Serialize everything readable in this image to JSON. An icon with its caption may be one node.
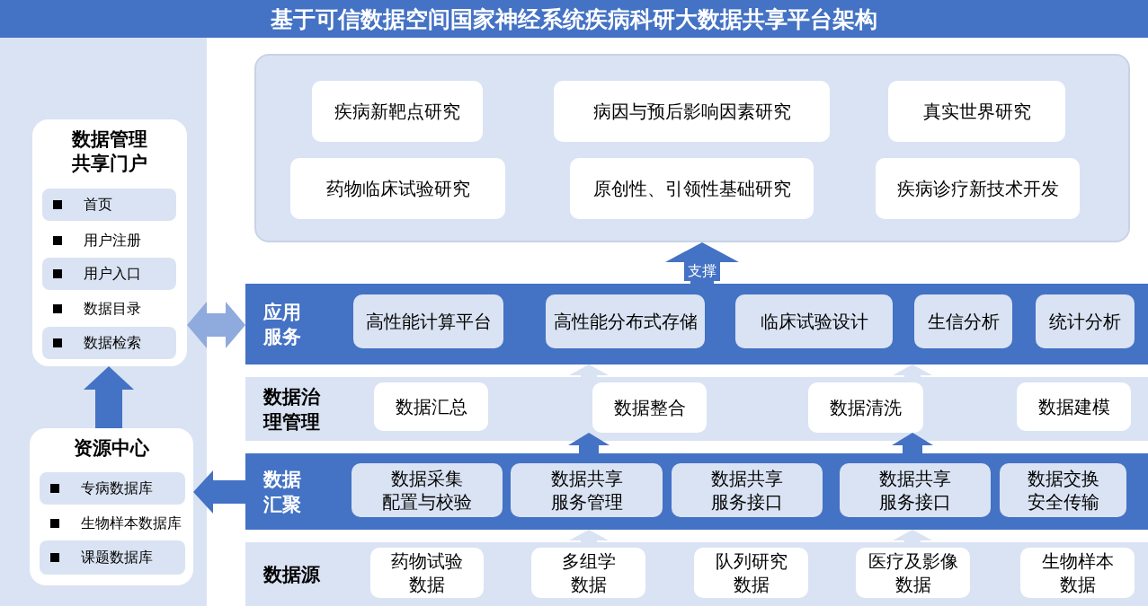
{
  "diagram": {
    "title": "基于可信数据空间国家神经系统疾病科研大数据共享平台架构",
    "nodes": [
      {
        "text": [
          "数据管理共享门户"
        ]
      },
      {
        "text": [
          "首页"
        ],
        "in": 0
      },
      {
        "text": [
          "用户注册"
        ],
        "in": 0
      },
      {
        "text": [
          "用户入口"
        ],
        "in": 0
      },
      {
        "text": [
          "数据目录"
        ],
        "in": 0
      },
      {
        "text": [
          "数据检索"
        ],
        "in": 0
      },
      {
        "text": [
          "资源中心"
        ]
      },
      {
        "text": [
          "专病数据库"
        ],
        "in": 6
      },
      {
        "text": [
          "生物样本数据库"
        ],
        "in": 6
      },
      {
        "text": [
          "课题数据库"
        ],
        "in": 6
      },
      {
        "text": [],
        "shape": "box"
      },
      {
        "text": [
          "疾病新靶点研究"
        ],
        "in": 10
      },
      {
        "text": [
          "病因与预后影响因素研究"
        ],
        "in": 10
      },
      {
        "text": [
          "真实世界研究"
        ],
        "in": 10
      },
      {
        "text": [
          "药物临床试验研究"
        ],
        "in": 10
      },
      {
        "text": [
          "原创性、引领性基础研究"
        ],
        "in": 10
      },
      {
        "text": [
          "疾病诊疗新技术开发"
        ],
        "in": 10
      },
      {
        "text": [
          "应用服务"
        ]
      },
      {
        "text": [
          "高性能计算平台"
        ],
        "in": 17
      },
      {
        "text": [
          "高性能分布式存储"
        ],
        "in": 17
      },
      {
        "text": [
          "临床试验设计"
        ],
        "in": 17
      },
      {
        "text": [
          "生信分析"
        ],
        "in": 17
      },
      {
        "text": [
          "统计分析"
        ],
        "in": 17
      },
      {
        "text": [
          "数据治理管理"
        ]
      },
      {
        "text": [
          "数据汇总"
        ],
        "in": 23
      },
      {
        "text": [
          "数据整合"
        ],
        "in": 23
      },
      {
        "text": [
          "数据清洗"
        ],
        "in": 23
      },
      {
        "text": [
          "数据建模"
        ],
        "in": 23
      },
      {
        "text": [
          "数据汇聚"
        ]
      },
      {
        "text": [
          "数据采集配置与校验"
        ],
        "in": 28
      },
      {
        "text": [
          "数据共享服务管理"
        ],
        "in": 28
      },
      {
        "text": [
          "数据共享服务接口"
        ],
        "in": 28
      },
      {
        "text": [
          "数据共享服务接口"
        ],
        "in": 28
      },
      {
        "text": [
          "数据交换安全传输"
        ],
        "in": 28
      },
      {
        "text": [
          "数据源"
        ]
      },
      {
        "text": [
          "药物试验数据"
        ],
        "in": 34
      },
      {
        "text": [
          "多组学数据"
        ],
        "in": 34
      },
      {
        "text": [
          "队列研究数据"
        ],
        "in": 34
      },
      {
        "text": [
          "医疗及影像数据"
        ],
        "in": 34
      },
      {
        "text": [
          "生物样本数据"
        ],
        "in": 34
      }
    ],
    "edges": [
      {
        "from": 6,
        "to": 0,
        "arrow": "to"
      },
      {
        "from": 0,
        "to": 17,
        "arrow": "both",
        "color": "#8faadc"
      },
      {
        "from": 28,
        "to": 6,
        "arrow": "to"
      },
      {
        "from": 17,
        "to": 10,
        "arrow": "to",
        "label": "支撑"
      },
      {
        "from": 23,
        "to": 17,
        "arrow": "to",
        "color": "#dae3f3"
      },
      {
        "from": 23,
        "to": 17,
        "arrow": "to",
        "color": "#dae3f3"
      },
      {
        "from": 28,
        "to": 25,
        "arrow": "to"
      },
      {
        "from": 28,
        "to": 26,
        "arrow": "to"
      },
      {
        "from": 34,
        "to": 28,
        "arrow": "to",
        "color": "#dae3f3"
      },
      {
        "from": 34,
        "to": 28,
        "arrow": "to",
        "color": "#dae3f3"
      }
    ]
  }
}
